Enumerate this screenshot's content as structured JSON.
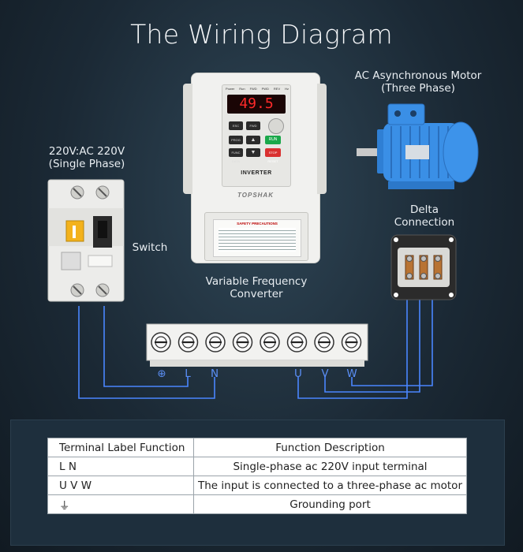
{
  "title": "The Wiring Diagram",
  "labels": {
    "power_line1": "220V:AC 220V",
    "power_line2": "(Single Phase)",
    "switch": "Switch",
    "converter_line1": "Variable Frequency",
    "converter_line2": "Converter",
    "motor_line1": "AC Asynchronous Motor",
    "motor_line2": "(Three Phase)",
    "delta_line1": "Delta",
    "delta_line2": "Connection"
  },
  "inverter": {
    "display_value": "49.5",
    "status_leds": [
      "Power",
      "Run",
      "FWD",
      "PWD",
      "REV",
      "Hz"
    ],
    "brand": "TOPSHAK",
    "name": "INVERTER",
    "keys": [
      "ESC DISP",
      "FWD REV",
      "PROG",
      "FUNC DATA",
      "RUN",
      "STOP RESET"
    ],
    "cover_title": "SAFETY PRECAUTIONS"
  },
  "terminals": [
    "⊕",
    "L",
    "N",
    "U",
    "V",
    "W"
  ],
  "colors": {
    "wire": "#4a86ff",
    "accent_run": "#1aa84a",
    "accent_stop": "#d93030",
    "display": "#ff2a2a"
  },
  "table": {
    "headers": [
      "Terminal Label Function",
      "Function Description"
    ],
    "rows": [
      {
        "label": "L   N",
        "description": "Single-phase ac 220V input terminal"
      },
      {
        "label": "U   V   W",
        "description": "The input is connected to a three-phase ac motor"
      },
      {
        "label": "⏚",
        "description": "Grounding port"
      }
    ]
  }
}
